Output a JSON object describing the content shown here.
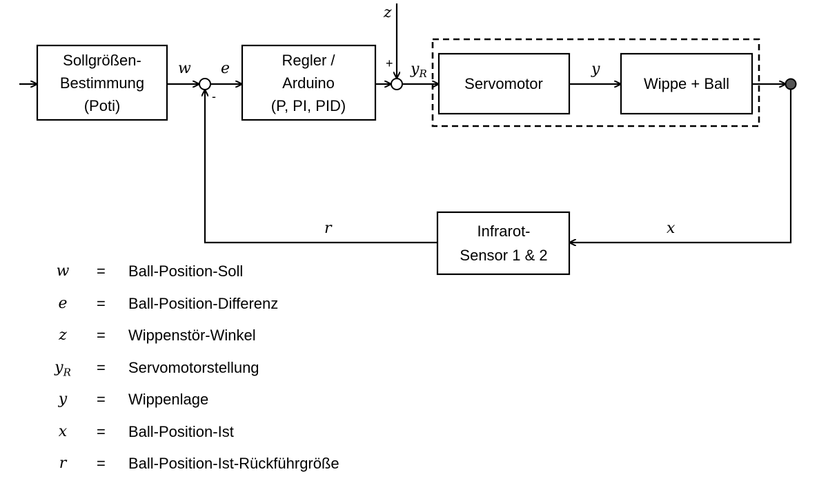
{
  "blocks": {
    "sollgroessen": [
      "Sollgrößen-",
      "Bestimmung",
      "(Poti)"
    ],
    "regler": [
      "Regler /",
      "Arduino",
      "(P, PI, PID)"
    ],
    "servomotor": "Servomotor",
    "wippe": "Wippe + Ball",
    "sensor": [
      "Infrarot-",
      "Sensor 1 & 2"
    ]
  },
  "signals": {
    "w": "w",
    "e": "e",
    "z": "z",
    "yR_base": "y",
    "yR_sub": "R",
    "y": "y",
    "x": "x",
    "r": "r"
  },
  "signs": {
    "plus": "+",
    "minus": "-"
  },
  "legend": [
    {
      "symbol": "w",
      "sub": "",
      "eq": "=",
      "desc": "Ball-Position-Soll"
    },
    {
      "symbol": "e",
      "sub": "",
      "eq": "=",
      "desc": "Ball-Position-Differenz"
    },
    {
      "symbol": "z",
      "sub": "",
      "eq": "=",
      "desc": "Wippenstör-Winkel"
    },
    {
      "symbol": "y",
      "sub": "R",
      "eq": "=",
      "desc": "Servomotorstellung"
    },
    {
      "symbol": "y",
      "sub": "",
      "eq": "=",
      "desc": "Wippenlage"
    },
    {
      "symbol": "x",
      "sub": "",
      "eq": "=",
      "desc": "Ball-Position-Ist"
    },
    {
      "symbol": "r",
      "sub": "",
      "eq": "=",
      "desc": "Ball-Position-Ist-Rückführgröße"
    }
  ]
}
